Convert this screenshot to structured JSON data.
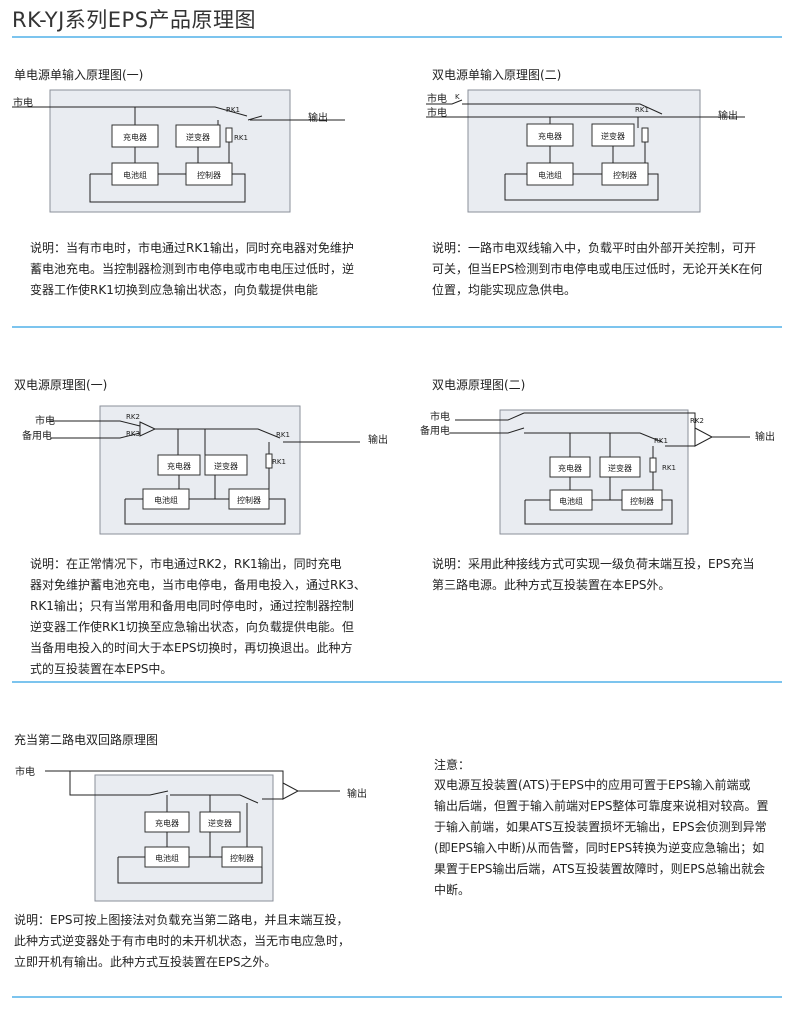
{
  "page_title": "RK-YJ系列EPS产品原理图",
  "diagrams": [
    {
      "title": "单电源单输入原理图(一)",
      "inputs": [
        "市电"
      ],
      "switches": [
        "RK1"
      ],
      "output": "输出",
      "blocks": {
        "charger": "充电器",
        "inverter": "逆变器",
        "battery": "电池组",
        "controller": "控制器"
      },
      "relay": "RK1",
      "description": "说明：当有市电时，市电通过RK1输出，同时充电器对免维护\n蓄电池充电。当控制器检测到市电停电或市电电压过低时，逆\n变器工作使RK1切换到应急输出状态，向负载提供电能"
    },
    {
      "title": "双电源单输入原理图(二)",
      "inputs": [
        "市电",
        "市电"
      ],
      "switches": [
        "K",
        "RK1"
      ],
      "output": "输出",
      "blocks": {
        "charger": "充电器",
        "inverter": "逆变器",
        "battery": "电池组",
        "controller": "控制器"
      },
      "description": "说明：一路市电双线输入中，负载平时由外部开关控制，可开\n可关，但当EPS检测到市电停电或电压过低时，无论开关K在何\n位置，均能实现应急供电。"
    },
    {
      "title": "双电源原理图(一)",
      "inputs": [
        "市电",
        "备用电"
      ],
      "switches": [
        "RK2",
        "RK3",
        "RK1"
      ],
      "output": "输出",
      "blocks": {
        "charger": "充电器",
        "inverter": "逆变器",
        "battery": "电池组",
        "controller": "控制器"
      },
      "relay": "RK1",
      "description": "说明：在正常情况下，市电通过RK2，RK1输出，同时充电\n器对免维护蓄电池充电，当市电停电，备用电投入，通过RK3、\nRK1输出；只有当常用和备用电同时停电时，通过控制器控制\n逆变器工作使RK1切换至应急输出状态，向负载提供电能。但\n当备用电投入的时间大于本EPS切换时，再切换退出。此种方\n式的互投装置在本EPS中。"
    },
    {
      "title": "双电源原理图(二)",
      "inputs": [
        "市电",
        "备用电"
      ],
      "switches": [
        "RK1",
        "RK2"
      ],
      "output": "输出",
      "blocks": {
        "charger": "充电器",
        "inverter": "逆变器",
        "battery": "电池组",
        "controller": "控制器"
      },
      "relay": "RK1",
      "description": "说明：采用此种接线方式可实现一级负荷末端互投，EPS充当\n第三路电源。此种方式互投装置在本EPS外。"
    },
    {
      "title": "充当第二路电双回路原理图",
      "inputs": [
        "市电"
      ],
      "output": "输出",
      "blocks": {
        "charger": "充电器",
        "inverter": "逆变器",
        "battery": "电池组",
        "controller": "控制器"
      },
      "description": "说明：EPS可按上图接法对负载充当第二路电，并且末端互投，\n此种方式逆变器处于有市电时的未开机状态，当无市电应急时，\n立即开机有输出。此种方式互投装置在EPS之外。"
    }
  ],
  "note": {
    "heading": "注意：",
    "text": "    双电源互投装置(ATS)于EPS中的应用可置于EPS输入前端或\n输出后端，但置于输入前端对EPS整体可靠度来说相对较高。置\n于输入前端，如果ATS互投装置损坏无输出，EPS会侦测到异常\n(即EPS输入中断)从而告警，同时EPS转换为逆变应急输出；如\n果置于EPS输出后端，ATS互投装置故障时，则EPS总输出就会\n中断。"
  }
}
